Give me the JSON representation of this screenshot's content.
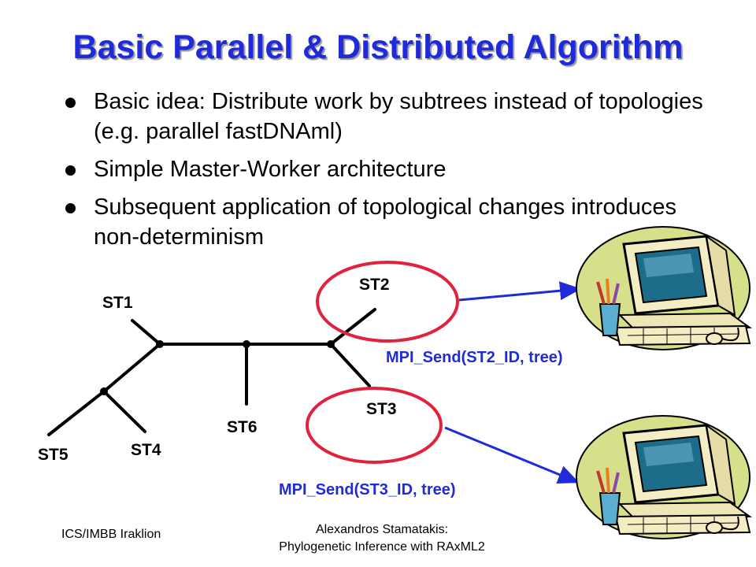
{
  "slide": {
    "title": "Basic Parallel & Distributed Algorithm",
    "bullets": [
      "Basic idea: Distribute work by subtrees instead of topologies (e.g. parallel fastDNAml)",
      "Simple Master-Worker architecture",
      "Subsequent application of topological changes introduces non-determinism"
    ]
  },
  "diagram": {
    "nodes": {
      "st1": "ST1",
      "st2": "ST2",
      "st3": "ST3",
      "st4": "ST4",
      "st5": "ST5",
      "st6": "ST6"
    },
    "messages": {
      "send_st2": "MPI_Send(ST2_ID, tree)",
      "send_st3": "MPI_Send(ST3_ID, tree)"
    },
    "icons": [
      "tree-diagram",
      "highlight-ellipse",
      "arrow-right",
      "computer-icon"
    ],
    "colors": {
      "title": "#1f2bd8",
      "message": "#1f2bd8",
      "ellipse": "#e0223d",
      "arrow": "#1f2bd8"
    }
  },
  "footer": {
    "left": "ICS/IMBB Iraklion",
    "center_line1": "Alexandros Stamatakis:",
    "center_line2": "Phylogenetic Inference with RAxML2"
  }
}
